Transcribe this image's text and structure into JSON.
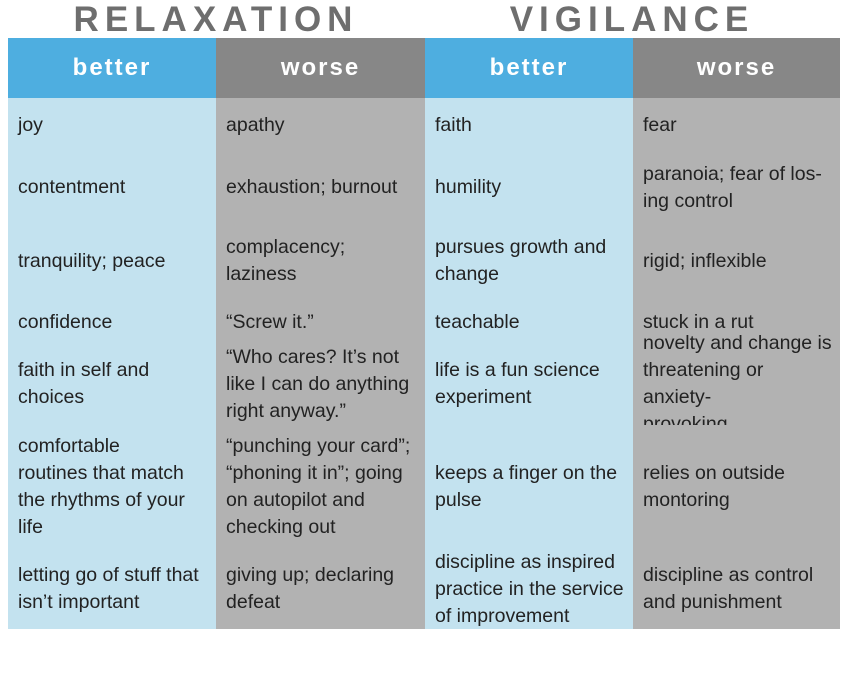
{
  "titles": {
    "relaxation": "RELAXATION",
    "vigilance": "VIGILANCE"
  },
  "headers": {
    "better": "better",
    "worse": "worse"
  },
  "colors": {
    "header_better": "#4eaee0",
    "header_worse": "#878787",
    "cell_better": "#c3e2ef",
    "cell_worse": "#b2b2b2",
    "title": "#6e6e6e"
  },
  "rows": [
    [
      "joy",
      "apathy",
      "faith",
      "fear"
    ],
    [
      "contentment",
      "exhaustion; burnout",
      "humility",
      "paranoia; fear of los-\ning control"
    ],
    [
      "tranquility; peace",
      "complacency; laziness",
      "pursues growth and\nchange",
      "rigid; inflexible"
    ],
    [
      "confidence",
      "“Screw it.”",
      "teachable",
      "stuck in a rut"
    ],
    [
      "faith in self and\nchoices",
      "“Who cares? It’s not\nlike I can do anything\nright anyway.”",
      "life is a fun science\nexperiment",
      "novelty and change is\nthreatening or anxiety-\nprovoking"
    ],
    [
      "comfortable\nroutines that match\nthe rhythms of your\nlife",
      "“punching your card”;\n“phoning it in”; going\non autopilot and\nchecking out",
      "keeps a finger on the\npulse",
      "relies on outside\nmontoring"
    ],
    [
      "letting go of stuff that\nisn’t important",
      "giving up; declaring\ndefeat",
      "discipline as inspired\npractice in the service\nof improvement",
      "discipline as control\nand punishment"
    ]
  ]
}
